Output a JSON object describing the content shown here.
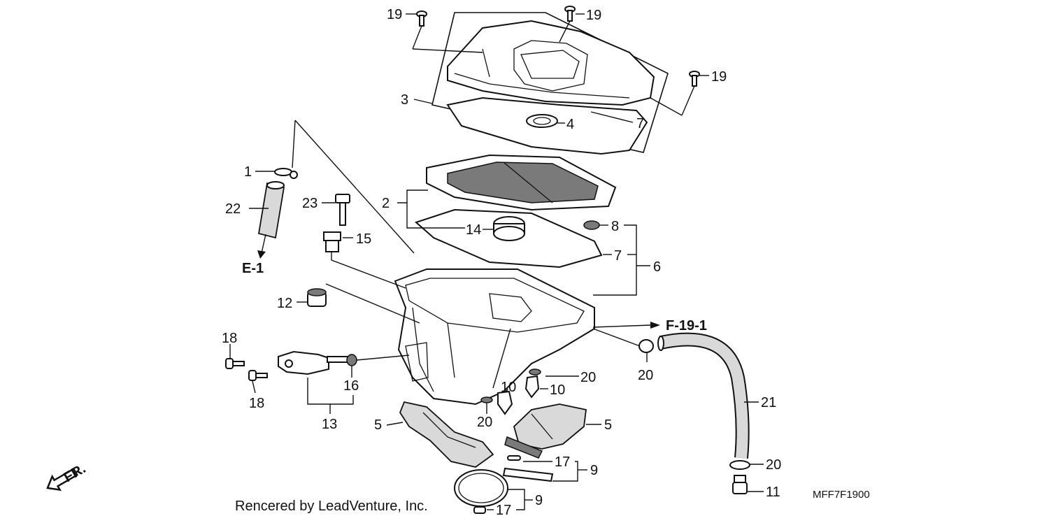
{
  "diagram": {
    "callouts": {
      "c1": "1",
      "c2": "2",
      "c3": "3",
      "c4": "4",
      "c5a": "5",
      "c5b": "5",
      "c6": "6",
      "c7a": "7",
      "c7b": "7",
      "c8": "8",
      "c9a": "9",
      "c9b": "9",
      "c10a": "10",
      "c10b": "10",
      "c11": "11",
      "c12": "12",
      "c13": "13",
      "c14": "14",
      "c15": "15",
      "c16": "16",
      "c17a": "17",
      "c17b": "17",
      "c18a": "18",
      "c18b": "18",
      "c19a": "19",
      "c19b": "19",
      "c19c": "19",
      "c20a": "20",
      "c20b": "20",
      "c20c": "20",
      "c20d": "20",
      "c21": "21",
      "c22": "22",
      "c23": "23"
    },
    "refs": {
      "e1": "E-1",
      "f191": "F-19-1"
    },
    "direction_label": "FR.",
    "diagram_code": "MFF7F1900",
    "credit": "Rencered by LeadVenture, Inc."
  }
}
